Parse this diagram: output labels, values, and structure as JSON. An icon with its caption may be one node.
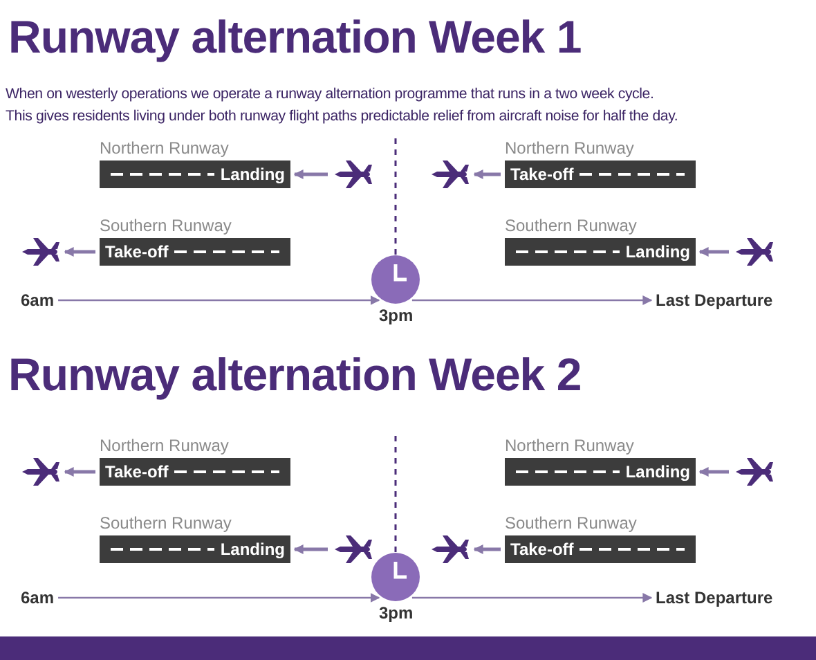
{
  "diagram": {
    "nodes": [
      {
        "text": [
          "Northern Runway",
          "Landing"
        ]
      },
      {
        "text": [],
        "shape": "plane"
      },
      {
        "text": [],
        "shape": "plane"
      },
      {
        "text": [
          "Northern Runway",
          "Take-off"
        ]
      },
      {
        "text": [],
        "shape": "plane"
      },
      {
        "text": [
          "Southern Runway",
          "Take-off"
        ]
      },
      {
        "text": [
          "Southern Runway",
          "Landing"
        ]
      },
      {
        "text": [],
        "shape": "plane"
      },
      {
        "text": [
          "6am"
        ]
      },
      {
        "text": [],
        "shape": "clock",
        "beside": [
          "3pm"
        ]
      },
      {
        "text": [
          "Last Departure"
        ]
      },
      {
        "text": [],
        "shape": "plane"
      },
      {
        "text": [
          "Northern Runway",
          "Take-off"
        ]
      },
      {
        "text": [
          "Northern Runway",
          "Landing"
        ]
      },
      {
        "text": [],
        "shape": "plane"
      },
      {
        "text": [
          "Southern Runway",
          "Landing"
        ]
      },
      {
        "text": [],
        "shape": "plane"
      },
      {
        "text": [],
        "shape": "plane"
      },
      {
        "text": [
          "Southern Runway",
          "Take-off"
        ]
      },
      {
        "text": [
          "6am"
        ]
      },
      {
        "text": [],
        "shape": "clock",
        "beside": [
          "3pm"
        ]
      },
      {
        "text": [
          "Last Departure"
        ]
      }
    ],
    "edges": [
      {
        "from": 1,
        "to": 0,
        "arrow": "to"
      },
      {
        "from": 3,
        "to": 2,
        "arrow": "to"
      },
      {
        "from": 5,
        "to": 4,
        "arrow": "to"
      },
      {
        "from": 7,
        "to": 6,
        "arrow": "to"
      },
      {
        "from": 8,
        "to": 9,
        "arrow": "to"
      },
      {
        "from": 9,
        "to": 10,
        "arrow": "to"
      },
      {
        "from": 12,
        "to": 11,
        "arrow": "to"
      },
      {
        "from": 14,
        "to": 13,
        "arrow": "to"
      },
      {
        "from": 16,
        "to": 15,
        "arrow": "to"
      },
      {
        "from": 18,
        "to": 17,
        "arrow": "to"
      },
      {
        "from": 19,
        "to": 20,
        "arrow": "to"
      },
      {
        "from": 20,
        "to": 21,
        "arrow": "to"
      }
    ],
    "labels": [
      "Runway alternation Week 1",
      "When on westerly operations we operate a runway alternation programme that runs in a two week cycle.",
      "This gives residents living under both runway flight paths predictable relief from aircraft noise for half the day.",
      "Runway alternation Week 2"
    ]
  }
}
